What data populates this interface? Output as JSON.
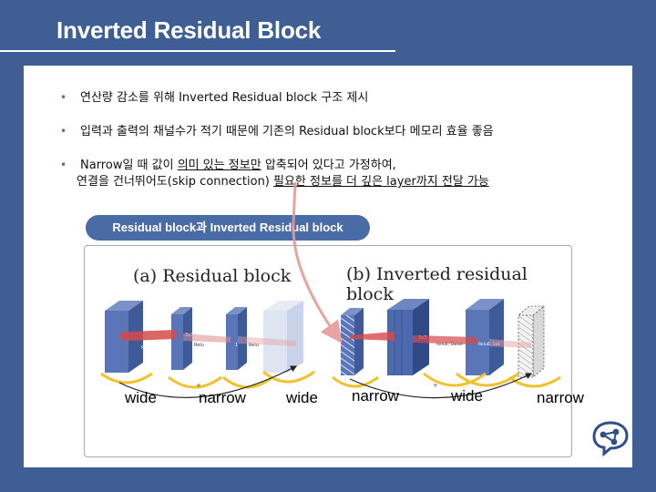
{
  "slide": {
    "title": "Inverted Residual Block",
    "bullets": [
      {
        "text": "연산량 감소를 위해 Inverted Residual block 구조 제시"
      },
      {
        "text": "입력과 출력의 채널수가 적기 때문에 기존의 Residual block보다 메모리 효율 좋음"
      },
      {
        "line1_a": "Narrow일 때 값이 ",
        "line1_u": "의미 있는 정보만",
        "line1_b": " 압축되어 있다고 가정하여,",
        "line2_a": "연결을 건너뛰어도(skip connection) ",
        "line2_u": "필요한 정보를 더 깊은 layer까지 전달 가능"
      }
    ],
    "bullet_marker": "•",
    "pill_label": "Residual block과 Inverted Residual block"
  },
  "figure": {
    "caption_a": "(a) Residual block",
    "caption_b": "(b) Inverted residual block",
    "labels_a": [
      "wide",
      "narrow",
      "wide"
    ],
    "labels_b": [
      "narrow",
      "wide",
      "narrow"
    ],
    "layer_text_a": [
      "Relu",
      "3x3",
      "Relu",
      "1",
      "Relu"
    ],
    "layer_text_b": [
      "3x3",
      "Relu6, Dwise",
      "Relu6, 1x1"
    ],
    "plus_sign": "+"
  },
  "colors": {
    "background": "#3f5f94",
    "pill": "#4a6ca6",
    "block": "#5a76b8",
    "arc": "#f2c12e",
    "highlight": "#d64a4a"
  }
}
